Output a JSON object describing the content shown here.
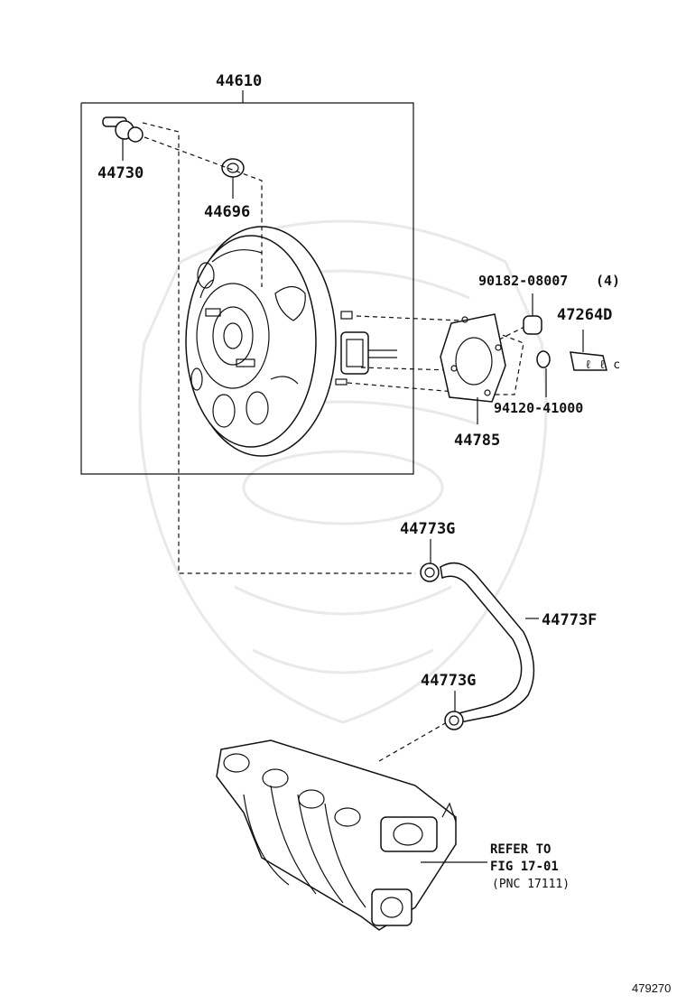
{
  "callouts": {
    "booster_assembly": "44610",
    "check_valve": "44730",
    "grommet": "44696",
    "nut": "90182-08007",
    "nut_qty": "(4)",
    "bracket": "47264D",
    "nut_small": "94120-41000",
    "gasket": "44785",
    "clip_upper": "44773G",
    "hose": "44773F",
    "clip_lower": "44773G"
  },
  "reference": {
    "line1": "REFER TO",
    "line2": "FIG 17-01",
    "line3": "(PNC 17111)"
  },
  "figure_number": "479270"
}
